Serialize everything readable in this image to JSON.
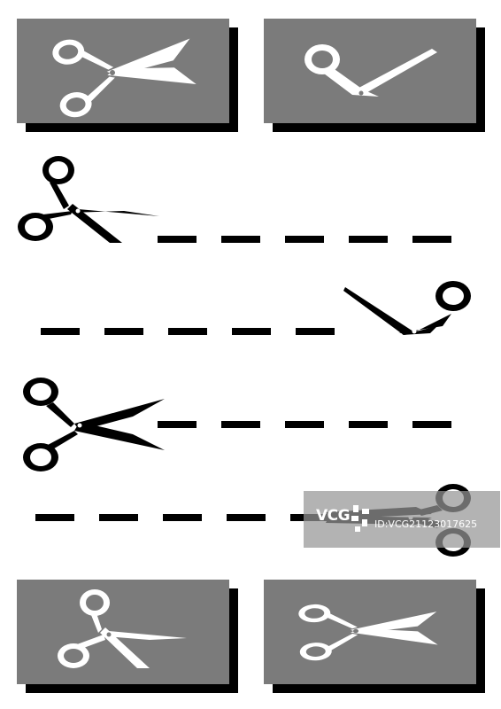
{
  "watermark": {
    "logo": "VCG",
    "id_text": "ID:VCG21123017625"
  },
  "colors": {
    "panel": "#7b7b7b",
    "shadow": "#000000",
    "ink": "#000000",
    "background": "#ffffff"
  },
  "items": {
    "panel_top_left": "scissors-open-icon",
    "panel_top_right": "scissors-half-icon",
    "row_1": "scissors-cut-line-right",
    "row_2": "scissors-cut-line-left",
    "row_3": "scissors-cut-line-right",
    "row_4": "scissors-cut-line-left",
    "panel_bottom_left": "scissors-tilted-icon",
    "panel_bottom_right": "scissors-narrow-icon"
  }
}
